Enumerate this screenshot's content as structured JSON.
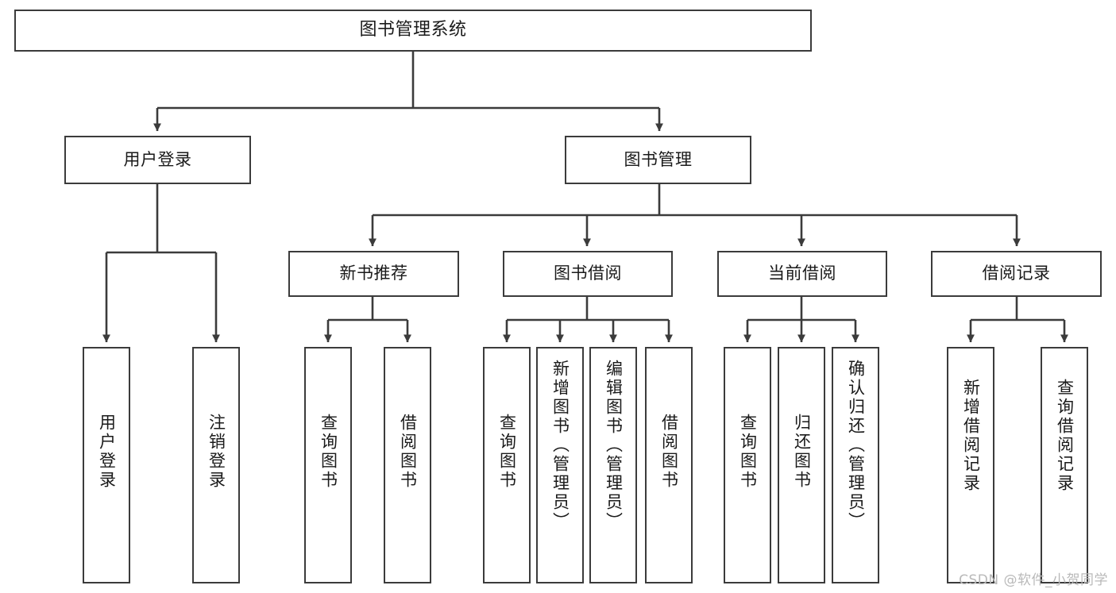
{
  "diagram": {
    "title": "图书管理系统",
    "type": "tree",
    "watermark": "CSDN @软件_小贺同学",
    "colors": {
      "box_border": "#3b3b3b",
      "edge": "#3b3b3b",
      "text": "#1a1a1a",
      "background": "#ffffff",
      "watermark": "#b9b9b9"
    },
    "levels": {
      "root": [
        "图书管理系统"
      ],
      "level2": [
        "用户登录",
        "图书管理"
      ],
      "level3": [
        "新书推荐",
        "图书借阅",
        "当前借阅",
        "借阅记录"
      ],
      "leaves": [
        "用户登录",
        "注销登录",
        "查询图书",
        "借阅图书",
        "查询图书",
        "新增图书（管理员）",
        "编辑图书（管理员）",
        "借阅图书",
        "查询图书",
        "归还图书",
        "确认归还（管理员）",
        "新增借阅记录",
        "查询借阅记录"
      ]
    },
    "nodes": {
      "root": {
        "label": "图书管理系统"
      },
      "user_login": {
        "label": "用户登录"
      },
      "book_manage": {
        "label": "图书管理"
      },
      "new_book_rec": {
        "label": "新书推荐"
      },
      "book_borrow": {
        "label": "图书借阅"
      },
      "current_borrow": {
        "label": "当前借阅"
      },
      "borrow_record": {
        "label": "借阅记录"
      },
      "leaf_user_login": {
        "label": "用户登录"
      },
      "leaf_logout": {
        "label": "注销登录"
      },
      "leaf_query_book_a": {
        "label": "查询图书"
      },
      "leaf_borrow_book_a": {
        "label": "借阅图书"
      },
      "leaf_query_book_b": {
        "label": "查询图书"
      },
      "leaf_add_book": {
        "label": "新增图书（管理员）"
      },
      "leaf_edit_book": {
        "label": "编辑图书（管理员）"
      },
      "leaf_borrow_book_b": {
        "label": "借阅图书"
      },
      "leaf_query_book_c": {
        "label": "查询图书"
      },
      "leaf_return_book": {
        "label": "归还图书"
      },
      "leaf_confirm_return": {
        "label": "确认归还（管理员）"
      },
      "leaf_add_record": {
        "label": "新增借阅记录"
      },
      "leaf_query_record": {
        "label": "查询借阅记录"
      }
    },
    "edges": [
      {
        "from": "root",
        "to": "user_login"
      },
      {
        "from": "root",
        "to": "book_manage"
      },
      {
        "from": "user_login",
        "to": "leaf_user_login"
      },
      {
        "from": "user_login",
        "to": "leaf_logout"
      },
      {
        "from": "book_manage",
        "to": "new_book_rec"
      },
      {
        "from": "book_manage",
        "to": "book_borrow"
      },
      {
        "from": "book_manage",
        "to": "current_borrow"
      },
      {
        "from": "book_manage",
        "to": "borrow_record"
      },
      {
        "from": "new_book_rec",
        "to": "leaf_query_book_a"
      },
      {
        "from": "new_book_rec",
        "to": "leaf_borrow_book_a"
      },
      {
        "from": "book_borrow",
        "to": "leaf_query_book_b"
      },
      {
        "from": "book_borrow",
        "to": "leaf_add_book"
      },
      {
        "from": "book_borrow",
        "to": "leaf_edit_book"
      },
      {
        "from": "book_borrow",
        "to": "leaf_borrow_book_b"
      },
      {
        "from": "current_borrow",
        "to": "leaf_query_book_c"
      },
      {
        "from": "current_borrow",
        "to": "leaf_return_book"
      },
      {
        "from": "current_borrow",
        "to": "leaf_confirm_return"
      },
      {
        "from": "borrow_record",
        "to": "leaf_add_record"
      },
      {
        "from": "borrow_record",
        "to": "leaf_query_record"
      }
    ]
  }
}
